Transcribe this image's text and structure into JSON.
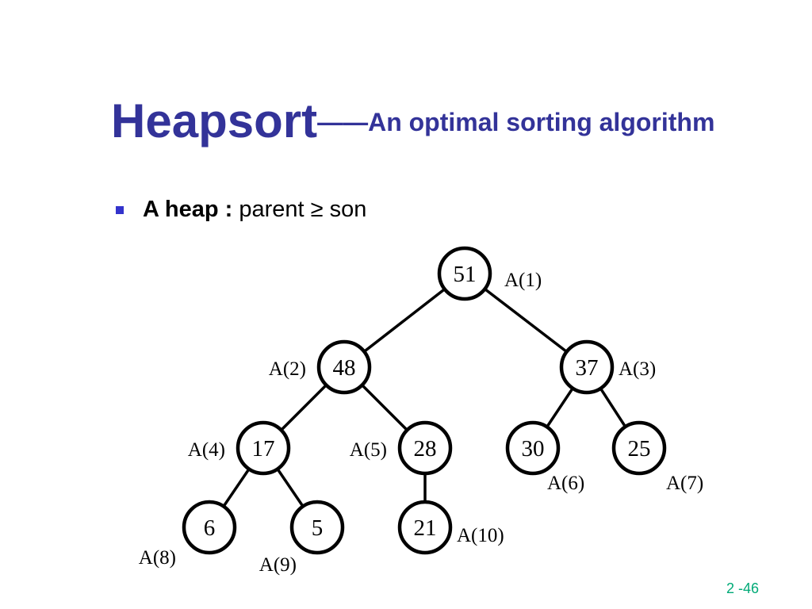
{
  "slide": {
    "title_main": "Heapsort",
    "title_dash": "——",
    "title_sub": "An optimal sorting algorithm",
    "bullet_bold": "A heap :",
    "bullet_text": "parent ≥ son",
    "page_number": "2 -46"
  },
  "heap": {
    "nodes": [
      {
        "id": 1,
        "value": "51",
        "label": "A(1)"
      },
      {
        "id": 2,
        "value": "48",
        "label": "A(2)"
      },
      {
        "id": 3,
        "value": "37",
        "label": "A(3)"
      },
      {
        "id": 4,
        "value": "17",
        "label": "A(4)"
      },
      {
        "id": 5,
        "value": "28",
        "label": "A(5)"
      },
      {
        "id": 6,
        "value": "30",
        "label": "A(6)"
      },
      {
        "id": 7,
        "value": "25",
        "label": "A(7)"
      },
      {
        "id": 8,
        "value": "6",
        "label": "A(8)"
      },
      {
        "id": 9,
        "value": "5",
        "label": "A(9)"
      },
      {
        "id": 10,
        "value": "21",
        "label": "A(10)"
      }
    ],
    "edges": [
      [
        1,
        2
      ],
      [
        1,
        3
      ],
      [
        2,
        4
      ],
      [
        2,
        5
      ],
      [
        3,
        6
      ],
      [
        3,
        7
      ],
      [
        4,
        8
      ],
      [
        4,
        9
      ],
      [
        5,
        10
      ]
    ]
  }
}
